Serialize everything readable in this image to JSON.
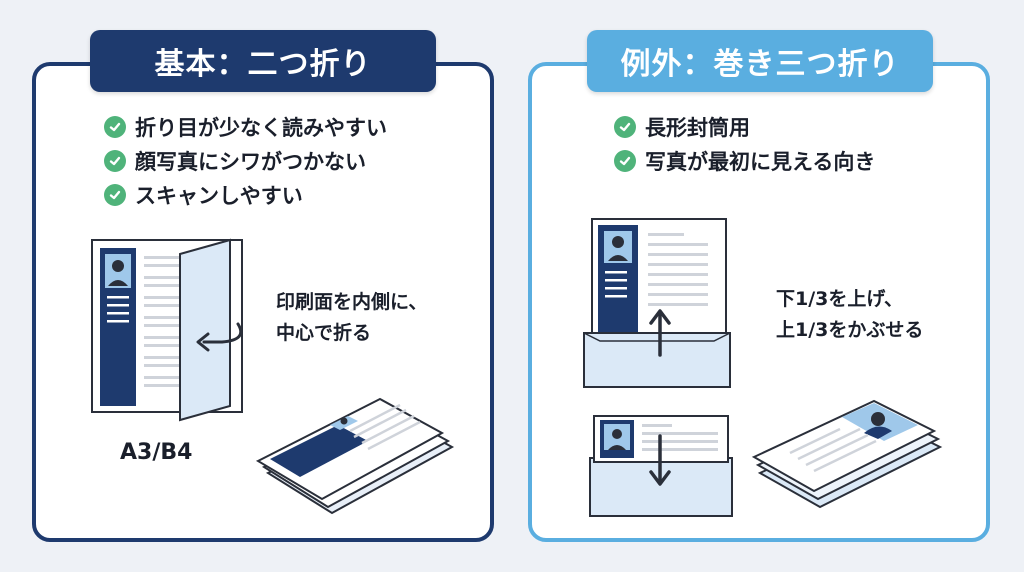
{
  "left": {
    "title": "基本：二つ折り",
    "bullets": [
      "折り目が少なく読みやすい",
      "顔写真にシワがつかない",
      "スキャンしやすい"
    ],
    "fold_caption": [
      "印刷面を内側に、",
      "中心で折る"
    ],
    "paper_size": "A3/B4"
  },
  "right": {
    "title": "例外：巻き三つ折り",
    "bullets": [
      "長形封筒用",
      "写真が最初に見える向き"
    ],
    "fold_caption": [
      "下1/3を上げ、",
      "上1/3をかぶせる"
    ]
  },
  "colors": {
    "navy": "#1e3a6e",
    "sky": "#5aaee0",
    "check_green": "#4fb37a",
    "paper_fold_blue": "#dbe9f7"
  }
}
